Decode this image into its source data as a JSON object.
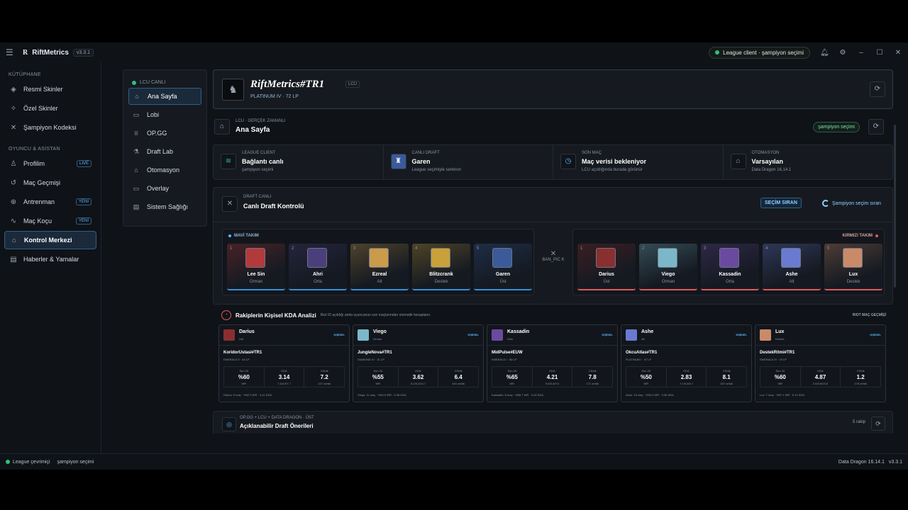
{
  "titlebar": {
    "logo": "R",
    "title": "RiftMetrics",
    "version": "v3.3.1",
    "status": "League client · şampiyon seçimi"
  },
  "sidebar": {
    "sections": [
      {
        "label": "KÜTÜPHANE",
        "items": [
          {
            "label": "Resmi Skinler",
            "icon": "layers-icon"
          },
          {
            "label": "Özel Skinler",
            "icon": "sparkle-icon"
          },
          {
            "label": "Şampiyon Kodeksi",
            "icon": "crossed-swords-icon"
          }
        ]
      },
      {
        "label": "OYUNCU & ASİSTAN",
        "items": [
          {
            "label": "Profilim",
            "badge": "LIVE",
            "icon": "user-icon"
          },
          {
            "label": "Maç Geçmişi",
            "icon": "history-icon"
          },
          {
            "label": "Antrenman",
            "badge": "YENİ",
            "icon": "target-icon"
          },
          {
            "label": "Maç Koçu",
            "badge": "YENİ",
            "icon": "activity-icon"
          },
          {
            "label": "Kontrol Merkezi",
            "active": true,
            "icon": "dashboard-icon"
          },
          {
            "label": "Haberler & Yamalar",
            "icon": "news-icon"
          }
        ]
      }
    ]
  },
  "subnav": {
    "head": "LCU CANLI",
    "items": [
      "Ana Sayfa",
      "Lobi",
      "OP.GG",
      "Draft Lab",
      "Otomasyon",
      "Overlay",
      "Sistem Sağlığı"
    ]
  },
  "profile": {
    "name": "RiftMetrics#TR1",
    "tag": "LCU",
    "rank": "PLATINUM IV · 72 LP"
  },
  "page": {
    "sub": "LCU · GERÇEK ZAMANLI",
    "title": "Ana Sayfa",
    "pill": "şampiyon seçimi"
  },
  "stats": [
    {
      "label": "LEAGUE CLIENT",
      "value": "Bağlantı canlı",
      "sub": "şampiyon seçimi"
    },
    {
      "label": "CANLI DRAFT",
      "value": "Garen",
      "sub": "League seçimiyle senkron"
    },
    {
      "label": "SON MAÇ",
      "value": "Maç verisi bekleniyor",
      "sub": "LCU açıldığında burada görünür"
    },
    {
      "label": "OTOMASYON",
      "value": "Varsayılan",
      "sub": "Data Dragon 16.14.1"
    }
  ],
  "draft": {
    "sub": "DRAFT CANLI",
    "title": "Canlı Draft Kontrolü",
    "btn": "SEÇİM SIRAN",
    "turn": "Şampiyon seçim sıran",
    "blue_label": "MAVİ TAKIM",
    "red_label": "KIRMIZI TAKIM",
    "banpick": "BAN_PIC K",
    "blue": [
      {
        "n": "1",
        "name": "Lee Sin",
        "role": "Orman",
        "c": "#b33a3a"
      },
      {
        "n": "2",
        "name": "Ahri",
        "role": "Orta",
        "c": "#4a3f7a"
      },
      {
        "n": "3",
        "name": "Ezreal",
        "role": "Alt",
        "c": "#c99b4a"
      },
      {
        "n": "4",
        "name": "Blitzcrank",
        "role": "Destek",
        "c": "#c9a03a"
      },
      {
        "n": "5",
        "name": "Garen",
        "role": "Üst",
        "c": "#3a5a9a"
      }
    ],
    "red": [
      {
        "n": "1",
        "name": "Darius",
        "role": "Üst",
        "c": "#8a2f2f"
      },
      {
        "n": "2",
        "name": "Viego",
        "role": "Orman",
        "c": "#7ab8c9"
      },
      {
        "n": "3",
        "name": "Kassadin",
        "role": "Orta",
        "c": "#6a4aa0"
      },
      {
        "n": "4",
        "name": "Ashe",
        "role": "Alt",
        "c": "#6a7ad0"
      },
      {
        "n": "5",
        "name": "Lux",
        "role": "Destek",
        "c": "#c98a6a"
      }
    ]
  },
  "kda": {
    "title": "Rakiplerin Kişisel KDA Analizi",
    "desc": "Riot ID açıldığı anda oyuncunun son maçlarından otomatik hesaplanır.",
    "link": "RIOT MAÇ GEÇMİŞİ",
    "labels": [
      "Son 20",
      "KDA",
      "CS/dk"
    ],
    "cards": [
      {
        "name": "Darius",
        "role": "Üst",
        "tag": "KİŞİSEL",
        "acc": "KoridorUstasi#TR1",
        "rank": "EMERALD II · 64 LP",
        "wr": "%60",
        "kda": "3.14",
        "cs": "7.2",
        "s1": "WR",
        "s2": "7.4/4.9/7.7",
        "s3": "147 ort/dk",
        "foot": "Darius: 9 maç · %62.5 WR · 3.41 KDA",
        "c": "#8a2f2f"
      },
      {
        "name": "Viego",
        "role": "Orman",
        "tag": "KİŞİSEL",
        "acc": "JungleNova#TR1",
        "rank": "DIAMOND IV · 31 LP",
        "wr": "%55",
        "kda": "3.62",
        "cs": "6.4",
        "s1": "WR",
        "s2": "8.1/5.2/10.7",
        "s3": "164 ort/dk",
        "foot": "Viego: 11 maç · %54.5 WR · 4.08 KDA",
        "c": "#7ab8c9"
      },
      {
        "name": "Kassadin",
        "role": "Orta",
        "tag": "KİŞİSEL",
        "acc": "MidPulse#EUW",
        "rank": "EMERALD I · 88 LP",
        "wr": "%65",
        "kda": "4.21",
        "cs": "7.8",
        "s1": "WR",
        "s2": "9.5/4.4/9.0",
        "s3": "171 ort/dk",
        "foot": "Kassadin: 8 maç · %66.7 WR · 4.44 KDA",
        "c": "#6a4aa0"
      },
      {
        "name": "Ashe",
        "role": "Alt",
        "tag": "KİŞİSEL",
        "acc": "OkcuAtlas#TR1",
        "rank": "PLATINUM I · 47 LP",
        "wr": "%50",
        "kda": "2.83",
        "cs": "8.1",
        "s1": "WR",
        "s2": "7.1/5.4/8.7",
        "s3": "187 ort/dk",
        "foot": "Ashe: 15 maç · %53.3 WR · 3.06 KDA",
        "c": "#6a7ad0"
      },
      {
        "name": "Lux",
        "role": "Destek",
        "tag": "KİŞİSEL",
        "acc": "DestekRitmi#TR1",
        "rank": "EMERALD III · 19 LP",
        "wr": "%60",
        "kda": "4.87",
        "cs": "1.2",
        "s1": "WR",
        "s2": "2.6/3.8/15.6",
        "s3": "178 ort/dk",
        "foot": "Lux: 7 maç · %57.1 WR · 5.12 KDA",
        "c": "#c98a6a"
      }
    ]
  },
  "sugg": {
    "sub": "OP.GG + LCU + DATA DRAGON · ÜST",
    "title": "Açıklanabilir Draft Önerileri",
    "count": "5 rakip"
  },
  "statusbar": {
    "left1": "League çevrimiçi",
    "left2": "şampiyon seçimi",
    "right1": "Data Dragon 16.14.1",
    "right2": "v3.3.1"
  }
}
